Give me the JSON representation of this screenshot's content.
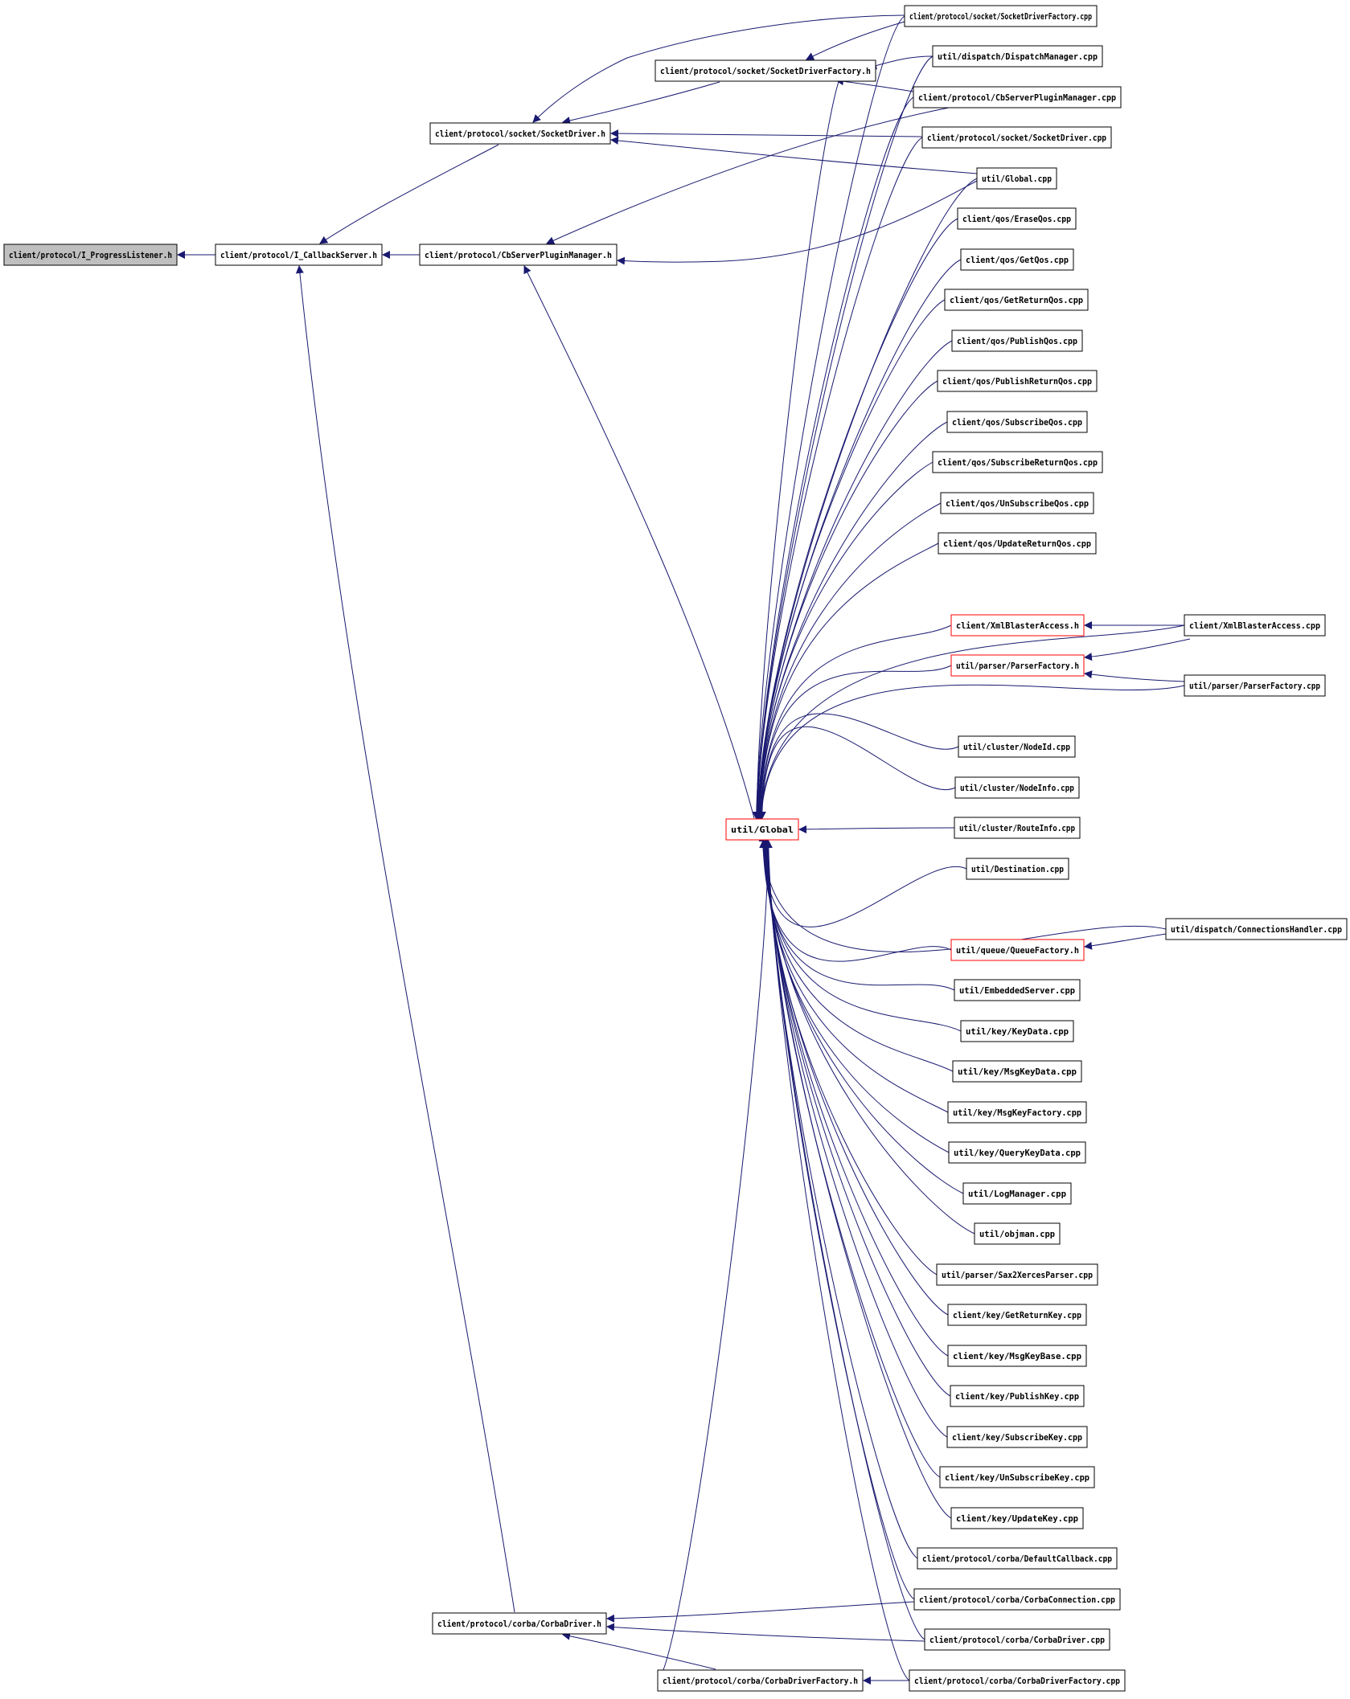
{
  "diagram": {
    "edge_color": "#191970",
    "highlight_fill": "#bfbfbf",
    "highlight_border": "#000000",
    "normal_border": "#000000",
    "incomplete_border": "#ff0000",
    "nodes": [
      {
        "id": "n0",
        "label": "client/protocol/I_ProgressListener.h",
        "style": "highlight"
      },
      {
        "id": "n1",
        "label": "client/protocol/I_CallbackServer.h",
        "style": "normal"
      },
      {
        "id": "n2",
        "label": "client/protocol/CbServerPluginManager.h",
        "style": "normal"
      },
      {
        "id": "n3",
        "label": "client/protocol/socket/SocketDriver.h",
        "style": "normal"
      },
      {
        "id": "n4",
        "label": "client/protocol/socket/SocketDriverFactory.h",
        "style": "normal"
      },
      {
        "id": "n5",
        "label": "client/protocol/socket/SocketDriverFactory.cpp",
        "style": "normal"
      },
      {
        "id": "n6",
        "label": "util/dispatch/DispatchManager.cpp",
        "style": "normal"
      },
      {
        "id": "n7",
        "label": "client/protocol/CbServerPluginManager.cpp",
        "style": "normal"
      },
      {
        "id": "n8",
        "label": "client/protocol/socket/SocketDriver.cpp",
        "style": "normal"
      },
      {
        "id": "n9",
        "label": "util/Global.cpp",
        "style": "normal"
      },
      {
        "id": "n10",
        "label": "util/Global",
        "style": "incomplete"
      },
      {
        "id": "n11",
        "label": "client/qos/EraseQos.cpp",
        "style": "normal"
      },
      {
        "id": "n12",
        "label": "client/qos/GetQos.cpp",
        "style": "normal"
      },
      {
        "id": "n13",
        "label": "client/qos/GetReturnQos.cpp",
        "style": "normal"
      },
      {
        "id": "n14",
        "label": "client/qos/PublishQos.cpp",
        "style": "normal"
      },
      {
        "id": "n15",
        "label": "client/qos/PublishReturnQos.cpp",
        "style": "normal"
      },
      {
        "id": "n16",
        "label": "client/qos/SubscribeQos.cpp",
        "style": "normal"
      },
      {
        "id": "n17",
        "label": "client/qos/SubscribeReturnQos.cpp",
        "style": "normal"
      },
      {
        "id": "n18",
        "label": "client/qos/UnSubscribeQos.cpp",
        "style": "normal"
      },
      {
        "id": "n19",
        "label": "client/qos/UpdateReturnQos.cpp",
        "style": "normal"
      },
      {
        "id": "n20",
        "label": "client/XmlBlasterAccess.h",
        "style": "incomplete"
      },
      {
        "id": "n21",
        "label": "client/XmlBlasterAccess.cpp",
        "style": "normal"
      },
      {
        "id": "n22",
        "label": "util/parser/ParserFactory.h",
        "style": "incomplete"
      },
      {
        "id": "n23",
        "label": "util/parser/ParserFactory.cpp",
        "style": "normal"
      },
      {
        "id": "n24",
        "label": "util/cluster/NodeId.cpp",
        "style": "normal"
      },
      {
        "id": "n25",
        "label": "util/cluster/NodeInfo.cpp",
        "style": "normal"
      },
      {
        "id": "n26",
        "label": "util/cluster/RouteInfo.cpp",
        "style": "normal"
      },
      {
        "id": "n27",
        "label": "util/Destination.cpp",
        "style": "normal"
      },
      {
        "id": "n28",
        "label": "util/dispatch/ConnectionsHandler.cpp",
        "style": "normal"
      },
      {
        "id": "n29",
        "label": "util/queue/QueueFactory.h",
        "style": "incomplete"
      },
      {
        "id": "n30",
        "label": "util/EmbeddedServer.cpp",
        "style": "normal"
      },
      {
        "id": "n31",
        "label": "util/key/KeyData.cpp",
        "style": "normal"
      },
      {
        "id": "n32",
        "label": "util/key/MsgKeyData.cpp",
        "style": "normal"
      },
      {
        "id": "n33",
        "label": "util/key/MsgKeyFactory.cpp",
        "style": "normal"
      },
      {
        "id": "n34",
        "label": "util/key/QueryKeyData.cpp",
        "style": "normal"
      },
      {
        "id": "n35",
        "label": "util/LogManager.cpp",
        "style": "normal"
      },
      {
        "id": "n36",
        "label": "util/objman.cpp",
        "style": "normal"
      },
      {
        "id": "n37",
        "label": "util/parser/Sax2XercesParser.cpp",
        "style": "normal"
      },
      {
        "id": "n38",
        "label": "client/key/GetReturnKey.cpp",
        "style": "normal"
      },
      {
        "id": "n39",
        "label": "client/key/MsgKeyBase.cpp",
        "style": "normal"
      },
      {
        "id": "n40",
        "label": "client/key/PublishKey.cpp",
        "style": "normal"
      },
      {
        "id": "n41",
        "label": "client/key/SubscribeKey.cpp",
        "style": "normal"
      },
      {
        "id": "n42",
        "label": "client/key/UnSubscribeKey.cpp",
        "style": "normal"
      },
      {
        "id": "n43",
        "label": "client/key/UpdateKey.cpp",
        "style": "normal"
      },
      {
        "id": "n44",
        "label": "client/protocol/corba/DefaultCallback.cpp",
        "style": "normal"
      },
      {
        "id": "n45",
        "label": "client/protocol/corba/CorbaConnection.cpp",
        "style": "normal"
      },
      {
        "id": "n46",
        "label": "client/protocol/corba/CorbaDriver.h",
        "style": "normal"
      },
      {
        "id": "n47",
        "label": "client/protocol/corba/CorbaDriver.cpp",
        "style": "normal"
      },
      {
        "id": "n48",
        "label": "client/protocol/corba/CorbaDriverFactory.h",
        "style": "normal"
      },
      {
        "id": "n49",
        "label": "client/protocol/corba/CorbaDriverFactory.cpp",
        "style": "normal"
      }
    ]
  }
}
